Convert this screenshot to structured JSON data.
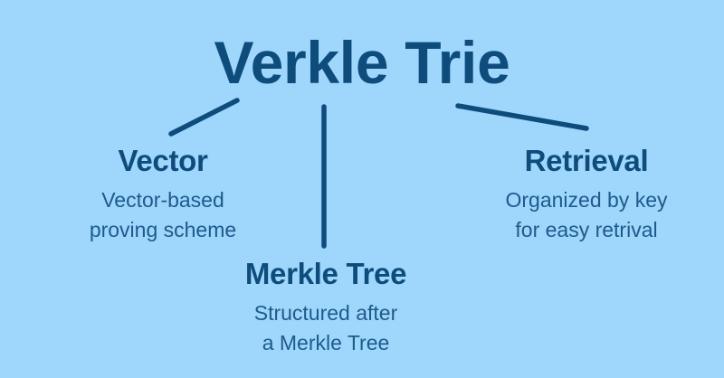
{
  "palette": {
    "background": "#9fd6fc",
    "heading_text": "#0e4c7c",
    "body_text": "#1c5b8c",
    "connector_line": "#0e4c7c"
  },
  "diagram": {
    "type": "mind-map",
    "root": {
      "label": "Verkle Trie"
    },
    "branches": [
      {
        "id": "vector",
        "label": "Vector",
        "description_lines": [
          "Vector-based",
          "proving scheme"
        ]
      },
      {
        "id": "merkle",
        "label": "Merkle Tree",
        "description_lines": [
          "Structured after",
          "a Merkle Tree"
        ]
      },
      {
        "id": "retrieval",
        "label": "Retrieval",
        "description_lines": [
          "Organized by key",
          "for easy retrival"
        ]
      }
    ]
  }
}
